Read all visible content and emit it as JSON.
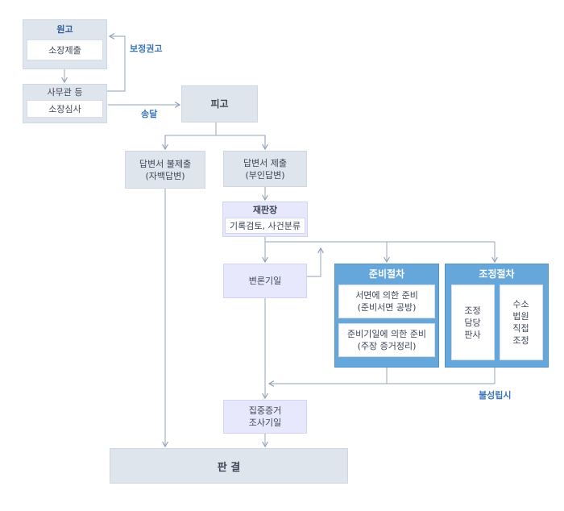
{
  "plaintiff": {
    "title": "원고",
    "sub": "소장제출"
  },
  "office": {
    "title": "사무관 등",
    "sub": "소장심사"
  },
  "labels": {
    "correction": "보정권고",
    "delivery": "송달",
    "failure": "불성립시"
  },
  "defendant": "피고",
  "no_answer": {
    "line1": "답변서 불제출",
    "line2": "(자백답변)"
  },
  "answer": {
    "line1": "답변서 제출",
    "line2": "(부인답변)"
  },
  "presiding": {
    "title": "재판장",
    "sub": "기록검토, 사건분류"
  },
  "hearing": "변론기일",
  "prep": {
    "title": "준비절차",
    "item1": {
      "line1": "서면에 의한 준비",
      "line2": "(준비서면 공방)"
    },
    "item2": {
      "line1": "준비기일에 의한 준비",
      "line2": "(주장 증거정리)"
    }
  },
  "mediation": {
    "title": "조정절차",
    "left": [
      "조정",
      "담당",
      "판사"
    ],
    "right": [
      "수소",
      "법원",
      "직접",
      "조정"
    ]
  },
  "evidence": {
    "line1": "집중증거",
    "line2": "조사기일"
  },
  "verdict": "판 결",
  "colors": {
    "accent_blue": "#65a6db",
    "label_blue": "#3b76b8",
    "box_gray": "#dfe5ec",
    "box_lavender": "#e7e8fb",
    "line": "#a6b4c8"
  }
}
